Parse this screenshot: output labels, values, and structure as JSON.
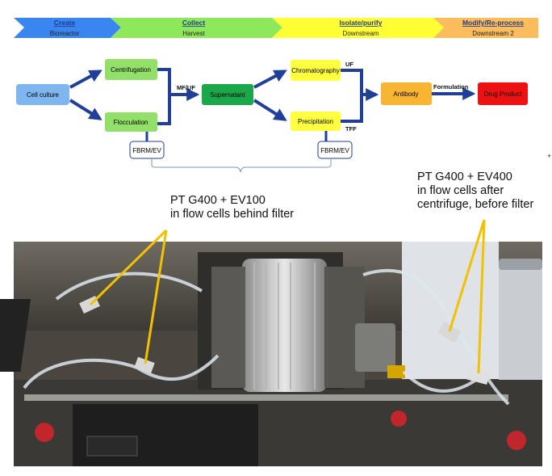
{
  "stages": [
    {
      "title": "Create",
      "subtitle": "Bioreactor",
      "color": "#3a86f0"
    },
    {
      "title": "Collect",
      "subtitle": "Harvest",
      "color": "#8fe85a"
    },
    {
      "title": "Isolate/purify",
      "subtitle": "Downstream",
      "color": "#ffff33"
    },
    {
      "title": "Modify/Re-process",
      "subtitle": "Downstream 2",
      "color": "#fbbd5c"
    }
  ],
  "nodes": {
    "cell_culture": "Cell culture",
    "centrifugation": "Centrifugation",
    "flocculation": "Flocculation",
    "supernatant": "Supernatant",
    "chromatography": "Chromatography",
    "precipitation": "Precipitation",
    "antibody": "Antibody",
    "drug_product": "Drug Product",
    "fbrm_ev_left": "FBRM/EV",
    "fbrm_ev_right": "FBRM/EV"
  },
  "edge_labels": {
    "mf_uf": "MF/UF",
    "uf": "UF",
    "tff": "TFF",
    "formulation": "Formulation"
  },
  "colors": {
    "cell_culture": "#7fb6f0",
    "harvest_step": "#92e06a",
    "supernatant": "#1aa84a",
    "purify_step": "#ffff40",
    "antibody": "#f7b531",
    "drug_product": "#ee1111",
    "arrow": "#1f3f99"
  },
  "annotations": {
    "left_line1": "PT G400 + EV100",
    "left_line2": "in flow cells behind filter",
    "right_line1": "PT G400 + EV400",
    "right_line2": "in flow cells after",
    "right_line3": "centrifuge, before filter"
  },
  "photo": {
    "description_icon": "lab-setup-photo"
  }
}
